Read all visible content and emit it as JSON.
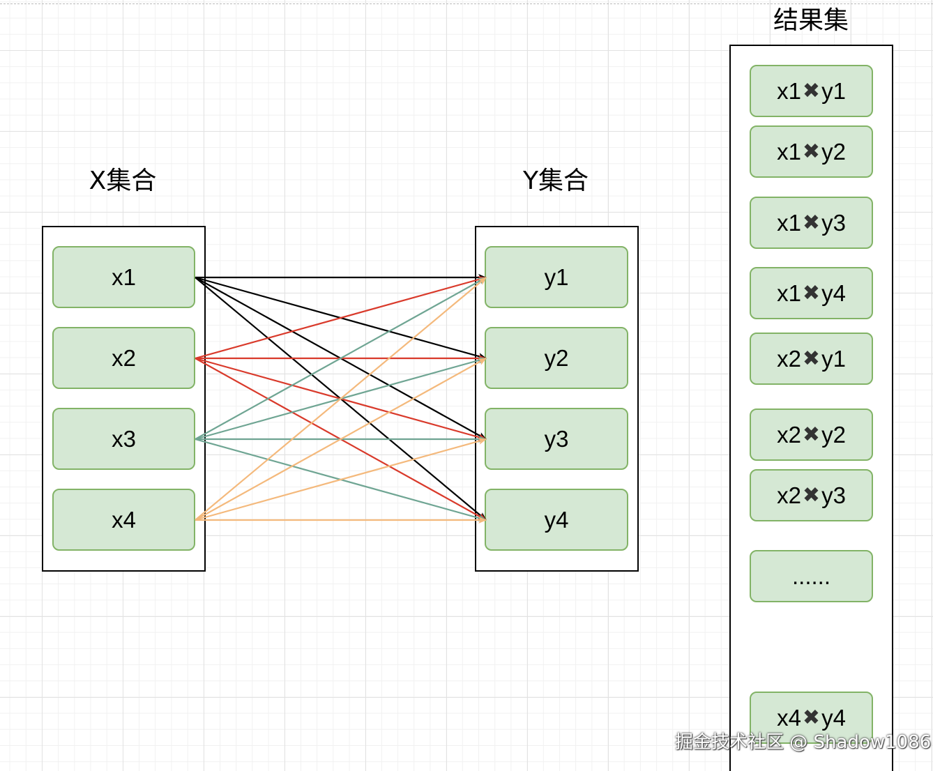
{
  "x_set": {
    "title": "X集合",
    "items": [
      "x1",
      "x2",
      "x3",
      "x4"
    ]
  },
  "y_set": {
    "title": "Y集合",
    "items": [
      "y1",
      "y2",
      "y3",
      "y4"
    ]
  },
  "result_set": {
    "title": "结果集",
    "items": [
      {
        "left": "x1",
        "op": "✖",
        "right": "y1"
      },
      {
        "left": "x1",
        "op": "✖",
        "right": "y2"
      },
      {
        "left": "x1",
        "op": "✖",
        "right": "y3"
      },
      {
        "left": "x1",
        "op": "✖",
        "right": "y4"
      },
      {
        "left": "x2",
        "op": "✖",
        "right": "y1"
      },
      {
        "left": "x2",
        "op": "✖",
        "right": "y2"
      },
      {
        "left": "x2",
        "op": "✖",
        "right": "y3"
      },
      {
        "left": "",
        "op": "......",
        "right": ""
      },
      {
        "left": "x4",
        "op": "✖",
        "right": "y4"
      }
    ]
  },
  "edge_colors": [
    "#000000",
    "#d93a2b",
    "#6fa593",
    "#f4b97c"
  ],
  "watermark": "掘金技术社区 @ Shadow1086"
}
